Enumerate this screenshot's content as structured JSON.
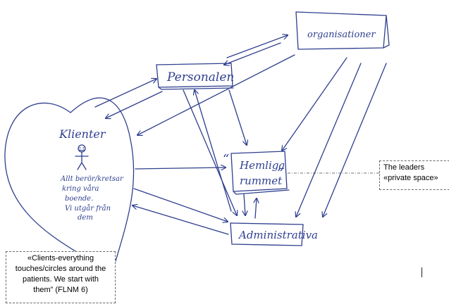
{
  "diagram": {
    "nodes": {
      "organisation": "organisationer",
      "personalen": "Personalen",
      "klienter": "Klienter",
      "klienter_note": [
        "Allt berör/kretsar",
        "kring våra",
        "boende.",
        "Vi utgår från",
        "dem"
      ],
      "hemliga": [
        "Hemliga",
        "rummet"
      ],
      "hemliga_quote_open": "“",
      "hemliga_quote_close": "”",
      "administrativa": "Administrativa"
    },
    "annotations": {
      "clients_quote": [
        "«Clients-everything",
        "touches/circles around the",
        "patients.  We start with",
        "them” (FLNM 6)"
      ],
      "leaders_quote": [
        "The leaders",
        "«private space»"
      ]
    },
    "colors": {
      "ink": "#2f3f8f",
      "note_border": "#666666"
    }
  }
}
